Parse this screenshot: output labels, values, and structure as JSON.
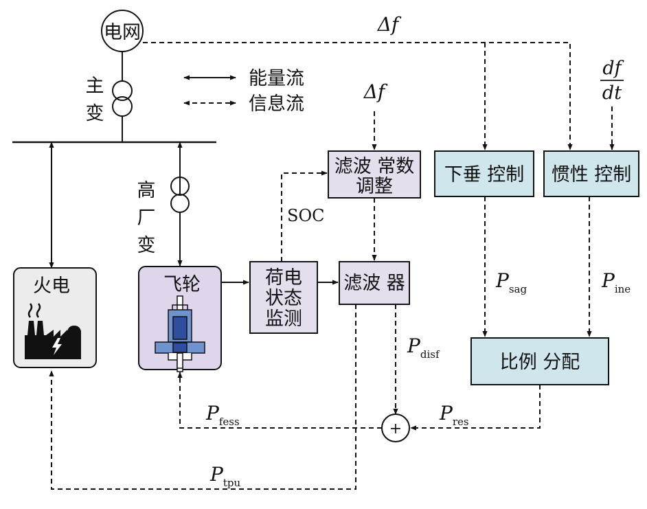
{
  "grid_node": {
    "label": "电网"
  },
  "main_transformer": {
    "label_top": "主",
    "label_bottom": "变"
  },
  "legend": {
    "energy_flow": "能量流",
    "info_flow": "信息流"
  },
  "signals": {
    "delta_f_top": "Δf",
    "delta_f_filter": "Δf",
    "df_num": "df",
    "df_den": "dt",
    "soc": "SOC",
    "p_sag": "P",
    "p_sag_sub": "sag",
    "p_ine": "P",
    "p_ine_sub": "ine",
    "p_disf": "P",
    "p_disf_sub": "disf",
    "p_res": "P",
    "p_res_sub": "res",
    "p_fess": "P",
    "p_fess_sub": "fess",
    "p_tpu": "P",
    "p_tpu_sub": "tpu"
  },
  "aux_transformer": {
    "label_1": "高",
    "label_2": "厂",
    "label_3": "变"
  },
  "blocks": {
    "thermal": "火电",
    "flywheel": "飞轮",
    "soc_monitor_1": "荷电",
    "soc_monitor_2": "状态",
    "soc_monitor_3": "监测",
    "filter_adjust_1": "滤波 常数",
    "filter_adjust_2": "调整",
    "filter": "滤波 器",
    "droop": "下垂 控制",
    "inertia": "惯性 控制",
    "ratio": "比例 分配"
  },
  "sum_symbol": "+",
  "colors": {
    "thermal_fill": "#ececec",
    "flywheel_fill": "#e0d6ec",
    "purple_fill": "#e5deed",
    "blue_fill": "#cfe6ec",
    "flywheel_dark": "#2f4f9e",
    "flywheel_light": "#6f93cc"
  }
}
